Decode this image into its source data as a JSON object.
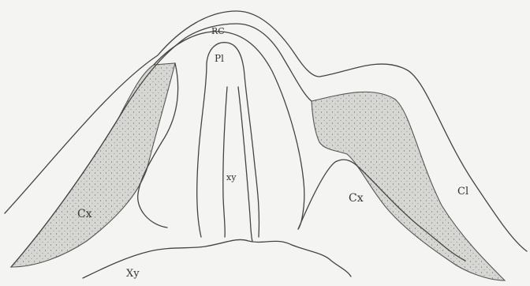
{
  "figure": {
    "labels": {
      "rc": "RC",
      "pl": "Pl",
      "xy_center": "xy",
      "xy_bottom": "Xy",
      "cx_left": "Cx",
      "cx_right": "Cx",
      "cl": "Cl"
    }
  }
}
